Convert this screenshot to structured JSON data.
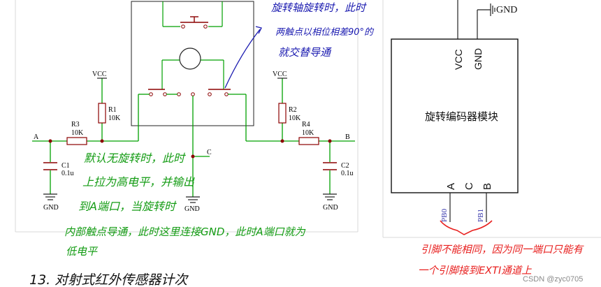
{
  "colors": {
    "wire": "#00a000",
    "ink": "#000000",
    "component": "#8b0000",
    "note_blue": "#1a1ab0",
    "note_green": "#149c14",
    "note_red": "#e8201f",
    "pin_label": "#3333aa",
    "frame": "#d9d9d9"
  },
  "circuit": {
    "vcc_left": "VCC",
    "vcc_right": "VCC",
    "r1_name": "R1",
    "r1_value": "10K",
    "r2_name": "R2",
    "r2_value": "10K",
    "r3_name": "R3",
    "r3_value": "10K",
    "r4_name": "R4",
    "r4_value": "10K",
    "c1_name": "C1",
    "c1_value": "0.1u",
    "c2_name": "C2",
    "c2_value": "0.1u",
    "node_a": "A",
    "node_b": "B",
    "node_c": "C",
    "gnd_left": "GND",
    "gnd_center": "GND",
    "gnd_right": "GND"
  },
  "module": {
    "title": "旋转编码器模块",
    "pin_vcc": "VCC",
    "pin_gnd": "GND",
    "pin_a": "A",
    "pin_c": "C",
    "pin_b": "B",
    "top_gnd": "GND",
    "port_pb0": "PB0",
    "port_pb1": "PB1"
  },
  "notes": {
    "blue": [
      "旋转轴旋转时，此时",
      "两触点以相位相差90°的",
      "就交替导通"
    ],
    "green": [
      "默认无旋转时，此时",
      "上拉为高电平，并输出",
      "到A端口，当旋转时",
      "内部触点导通，此时这里连接GND，此时A端口就为",
      "低电平"
    ],
    "red": [
      "引脚不能相同，因为同一端口只能有",
      "一个引脚接到EXTI通道上"
    ]
  },
  "section_heading": "13. 对射式红外传感器计次",
  "watermark": "CSDN @zyc0705"
}
